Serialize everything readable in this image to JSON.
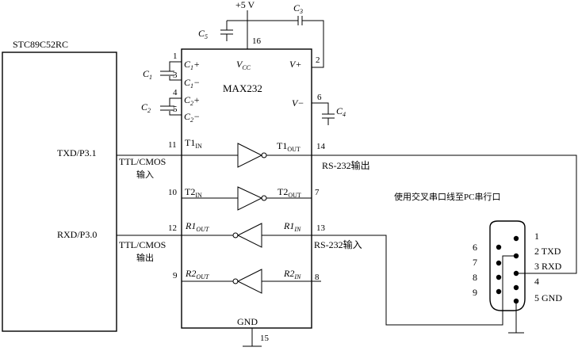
{
  "mcu": {
    "name": "STC89C52RC",
    "txd": "TXD/P3.1",
    "rxd": "RXD/P3.0"
  },
  "chip": {
    "name": "MAX232",
    "vcc": "V",
    "vcc_sub": "CC",
    "vplus": "V+",
    "vminus": "V−",
    "gnd": "GND"
  },
  "power": {
    "label": "+5 V"
  },
  "caps": {
    "c1": "C",
    "c1_sub": "1",
    "c2": "C",
    "c2_sub": "2",
    "c3": "C",
    "c3_sub": "3",
    "c4": "C",
    "c4_sub": "4",
    "c5": "C",
    "c5_sub": "5"
  },
  "pins": {
    "p1": "1",
    "p2": "2",
    "p3": "3",
    "p4": "4",
    "p5": "5",
    "p6": "6",
    "p7": "7",
    "p8": "8",
    "p9": "9",
    "p10": "10",
    "p11": "11",
    "p12": "12",
    "p13": "13",
    "p14": "14",
    "p15": "15",
    "p16": "16"
  },
  "pin_names": {
    "c1p": "C",
    "c1p_sub": "1",
    "c1p_sign": "+",
    "c1m": "C",
    "c1m_sub": "1",
    "c1m_sign": "−",
    "c2p": "C",
    "c2p_sub": "2",
    "c2p_sign": "+",
    "c2m": "C",
    "c2m_sub": "2",
    "c2m_sign": "−",
    "t1in": "T1",
    "t1in_sub": "IN",
    "t2in": "T2",
    "t2in_sub": "IN",
    "t1out": "T1",
    "t1out_sub": "OUT",
    "t2out": "T2",
    "t2out_sub": "OUT",
    "r1out": "R1",
    "r1out_sub": "OUT",
    "r2out": "R2",
    "r2out_sub": "OUT",
    "r1in": "R1",
    "r1in_sub": "IN",
    "r2in": "R2",
    "r2in_sub": "IN"
  },
  "labels": {
    "ttl1": "TTL/CMOS",
    "ttl1_sub": "输入",
    "ttl2": "TTL/CMOS",
    "ttl2_sub": "输出",
    "rs_out": "RS-232输出",
    "rs_in": "RS-232输入",
    "cable_note": "使用交叉串口线至PC串行口"
  },
  "connector": {
    "pin6": "6",
    "pin7": "7",
    "pin8": "8",
    "pin9": "9",
    "pin1": "1",
    "pin2": "2 TXD",
    "pin3": "3 RXD",
    "pin4": "4",
    "pin5": "5 GND"
  }
}
